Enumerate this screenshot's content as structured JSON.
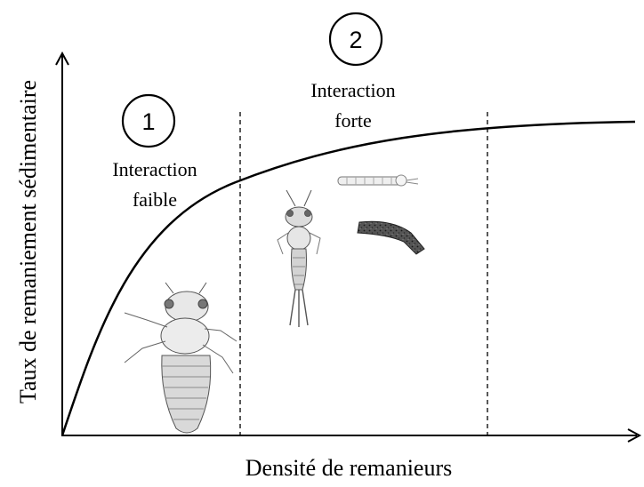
{
  "axes": {
    "x_label": "Densité de remanieurs",
    "y_label": "Taux de remaniement sédimentaire"
  },
  "zones": [
    {
      "number": "1",
      "line1": "Interaction",
      "line2": "faible"
    },
    {
      "number": "2",
      "line1": "Interaction",
      "line2": "forte"
    }
  ],
  "organisms": [
    {
      "name": "large-nymph-illustration"
    },
    {
      "name": "mayfly-larva-illustration"
    },
    {
      "name": "chironomid-larva-illustration"
    },
    {
      "name": "tubiform-larva-illustration"
    }
  ]
}
